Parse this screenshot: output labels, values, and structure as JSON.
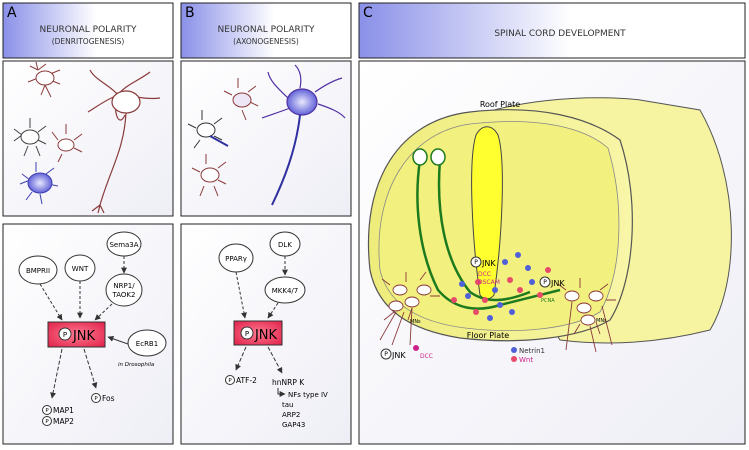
{
  "panels": [
    {
      "letter": "A",
      "title": "NEURONAL POLARITY",
      "subtitle": "(DENRITOGENESIS)"
    },
    {
      "letter": "B",
      "title": "NEURONAL POLARITY",
      "subtitle": "(AXONOGENESIS)"
    },
    {
      "letter": "C",
      "title": "SPINAL CORD DEVELOPMENT"
    }
  ],
  "panelA": {
    "nodes": {
      "bmprii": "BMPRII",
      "wnt": "WNT",
      "sema3a": "Sema3A",
      "nrp1_a": "NRP1/",
      "nrp1_b": "TAOK2",
      "ecrb1": "EcRB1"
    },
    "jnk": "JNK",
    "drosophila_note": "in Drosophila",
    "targets": {
      "map1": "MAP1",
      "map2": "MAP2",
      "fos": "Fos"
    }
  },
  "panelB": {
    "nodes": {
      "ppar": "PPARγ",
      "dlk": "DLK",
      "mkk": "MKK4/7"
    },
    "jnk": "JNK",
    "targets": {
      "atf2": "ATF-2",
      "hnnrp": "hnNRP K",
      "nfs": "NFs type IV",
      "tau": "tau",
      "arp2": "ARP2",
      "gap43": "GAP43"
    }
  },
  "panelC": {
    "roof_plate": "Roof Plate",
    "floor_plate": "Floor Plate",
    "jnk": "JNK",
    "dcc": "DCC",
    "dscam": "DSCAM",
    "pcna": "PCNA",
    "mns": "MNs",
    "legend": {
      "netrin": "Netrin1",
      "wnt": "Wnt"
    }
  },
  "colors": {
    "jnk_box": "#e8305a",
    "phospho_circle": "#ffffff",
    "spinal_yellow": "#f4f28c",
    "axon_green": "#1e7a1e",
    "netrin_blue": "#5060d8",
    "wnt_pink": "#e84a6a",
    "dcc_magenta": "#cc2288",
    "header_gradient": "#8a90e8"
  },
  "icons": [
    "phospho-p-icon",
    "neuron-icon",
    "arrow-icon"
  ]
}
